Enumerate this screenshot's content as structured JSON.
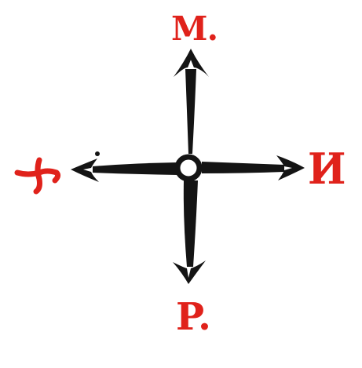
{
  "diagram": {
    "labels": {
      "top": "M.",
      "right": "И",
      "bottom": "P.",
      "left": "ꝉ"
    },
    "colors": {
      "label_red": "#e0221b",
      "arrow_black": "#141414",
      "background": "#ffffff"
    },
    "icons": {
      "center": "ring-icon",
      "arrows": [
        "arrow-up-icon",
        "arrow-right-icon",
        "arrow-down-icon",
        "arrow-left-icon"
      ],
      "left_label": "hand-drawn-symbol"
    }
  }
}
